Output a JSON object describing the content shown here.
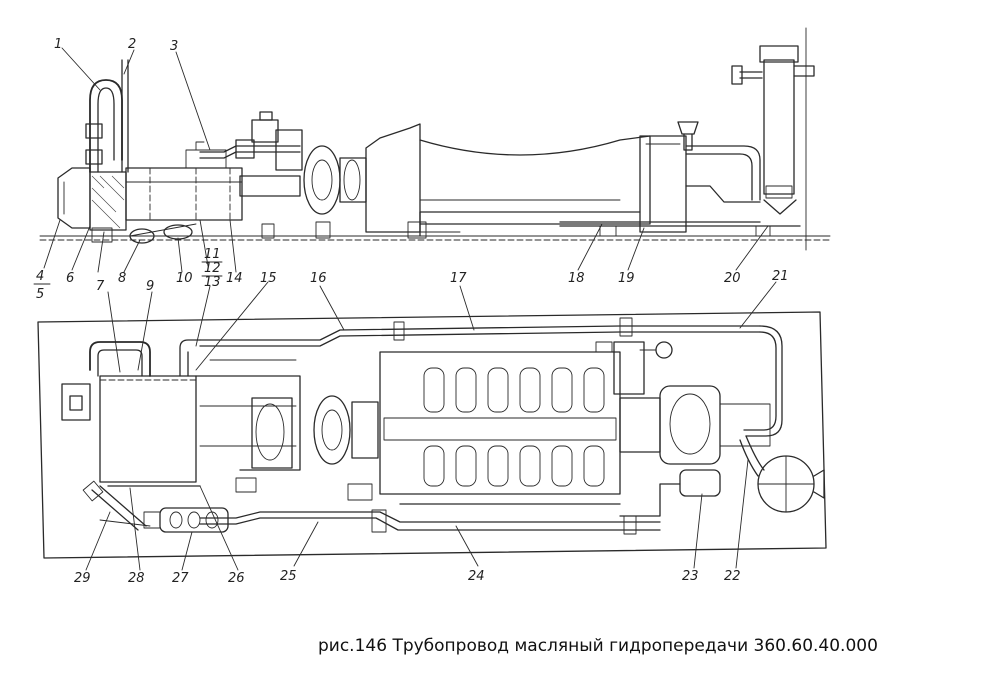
{
  "caption": "рис.146 Трубопровод масляный гидропередачи 360.60.40.000",
  "callouts": [
    "1",
    "2",
    "3",
    "4",
    "5",
    "6",
    "7",
    "8",
    "9",
    "10",
    "11",
    "12",
    "13",
    "14",
    "15",
    "16",
    "17",
    "18",
    "19",
    "20",
    "21",
    "22",
    "23",
    "24",
    "25",
    "26",
    "27",
    "28",
    "29"
  ]
}
